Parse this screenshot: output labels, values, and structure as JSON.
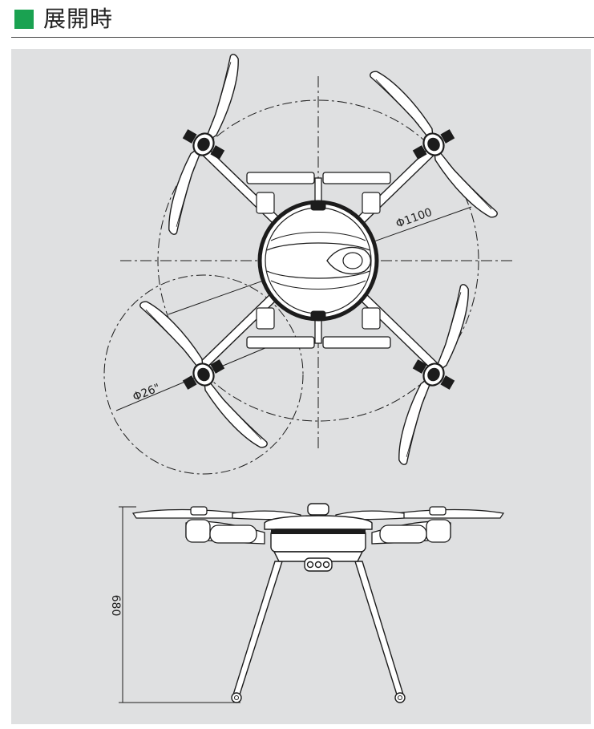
{
  "header": {
    "title": "展開時",
    "accent_color": "#1aa251"
  },
  "drawing": {
    "background_color": "#dfe0e1",
    "line_color": "#1c1c1c",
    "dimensions": {
      "span_diameter": "Φ1100",
      "propeller_diameter": "Φ26\"",
      "height": "680"
    }
  }
}
